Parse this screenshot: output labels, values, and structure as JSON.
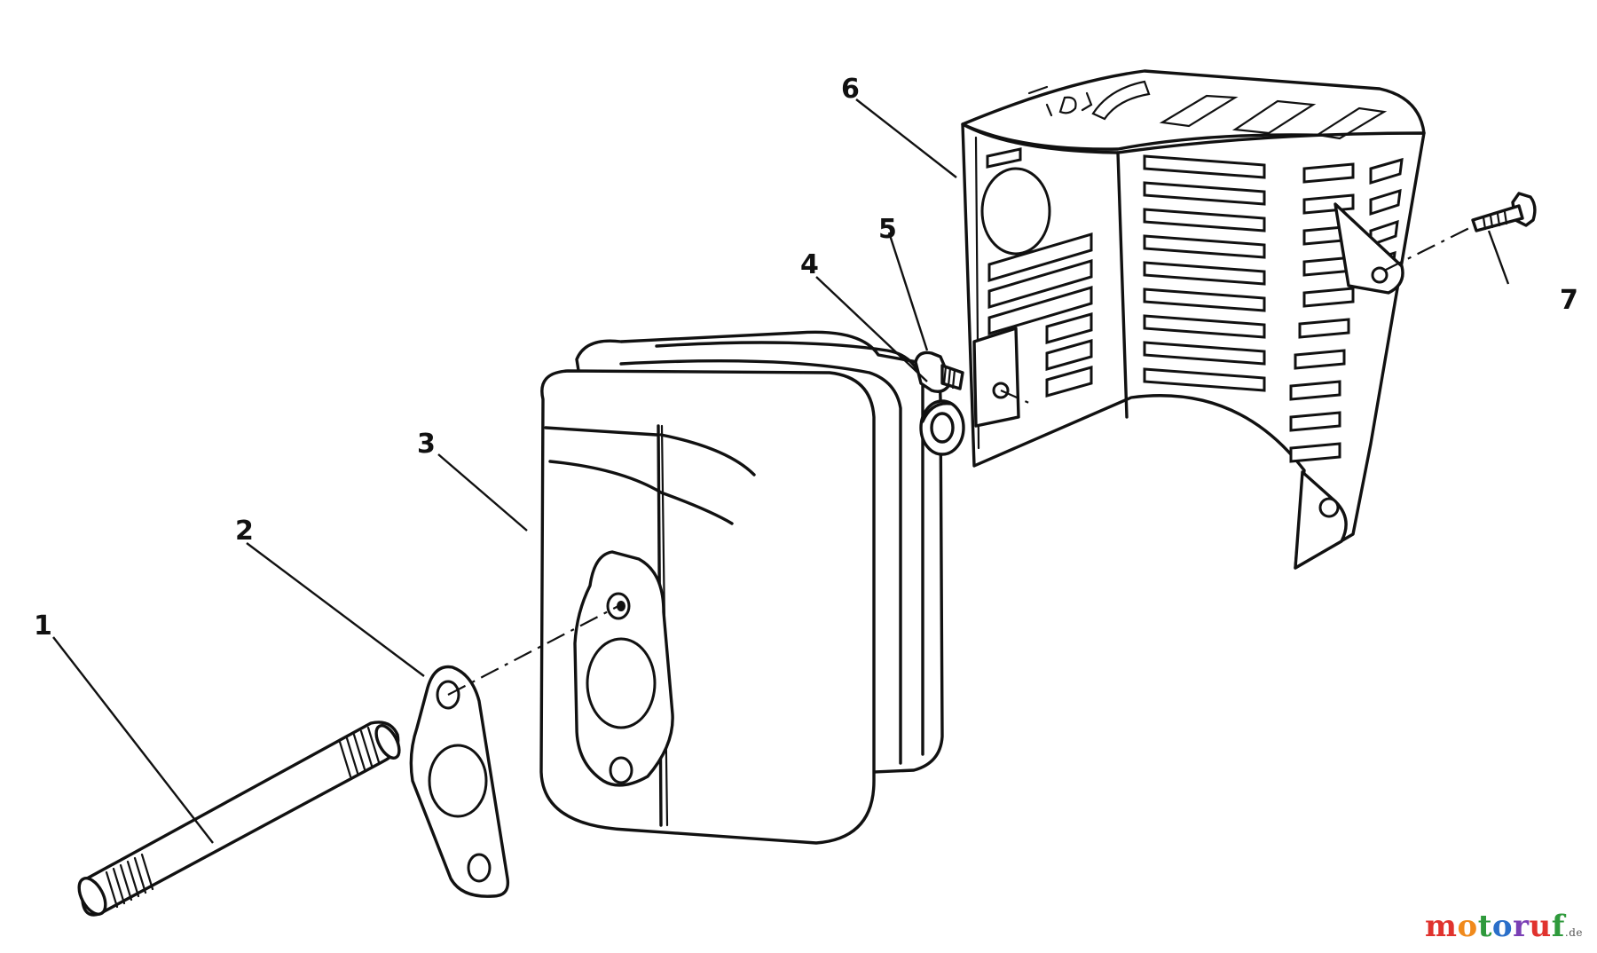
{
  "callouts": [
    "1",
    "2",
    "3",
    "4",
    "5",
    "6",
    "7"
  ],
  "watermark": {
    "letters": [
      "m",
      "o",
      "t",
      "o",
      "r",
      "u",
      "f"
    ],
    "letter_colors": [
      "#e0332e",
      "#f08a1c",
      "#2f9a3c",
      "#2a6fc9",
      "#7a3fb5",
      "#e0332e",
      "#2f9a3c"
    ],
    "suffix": ".de"
  }
}
